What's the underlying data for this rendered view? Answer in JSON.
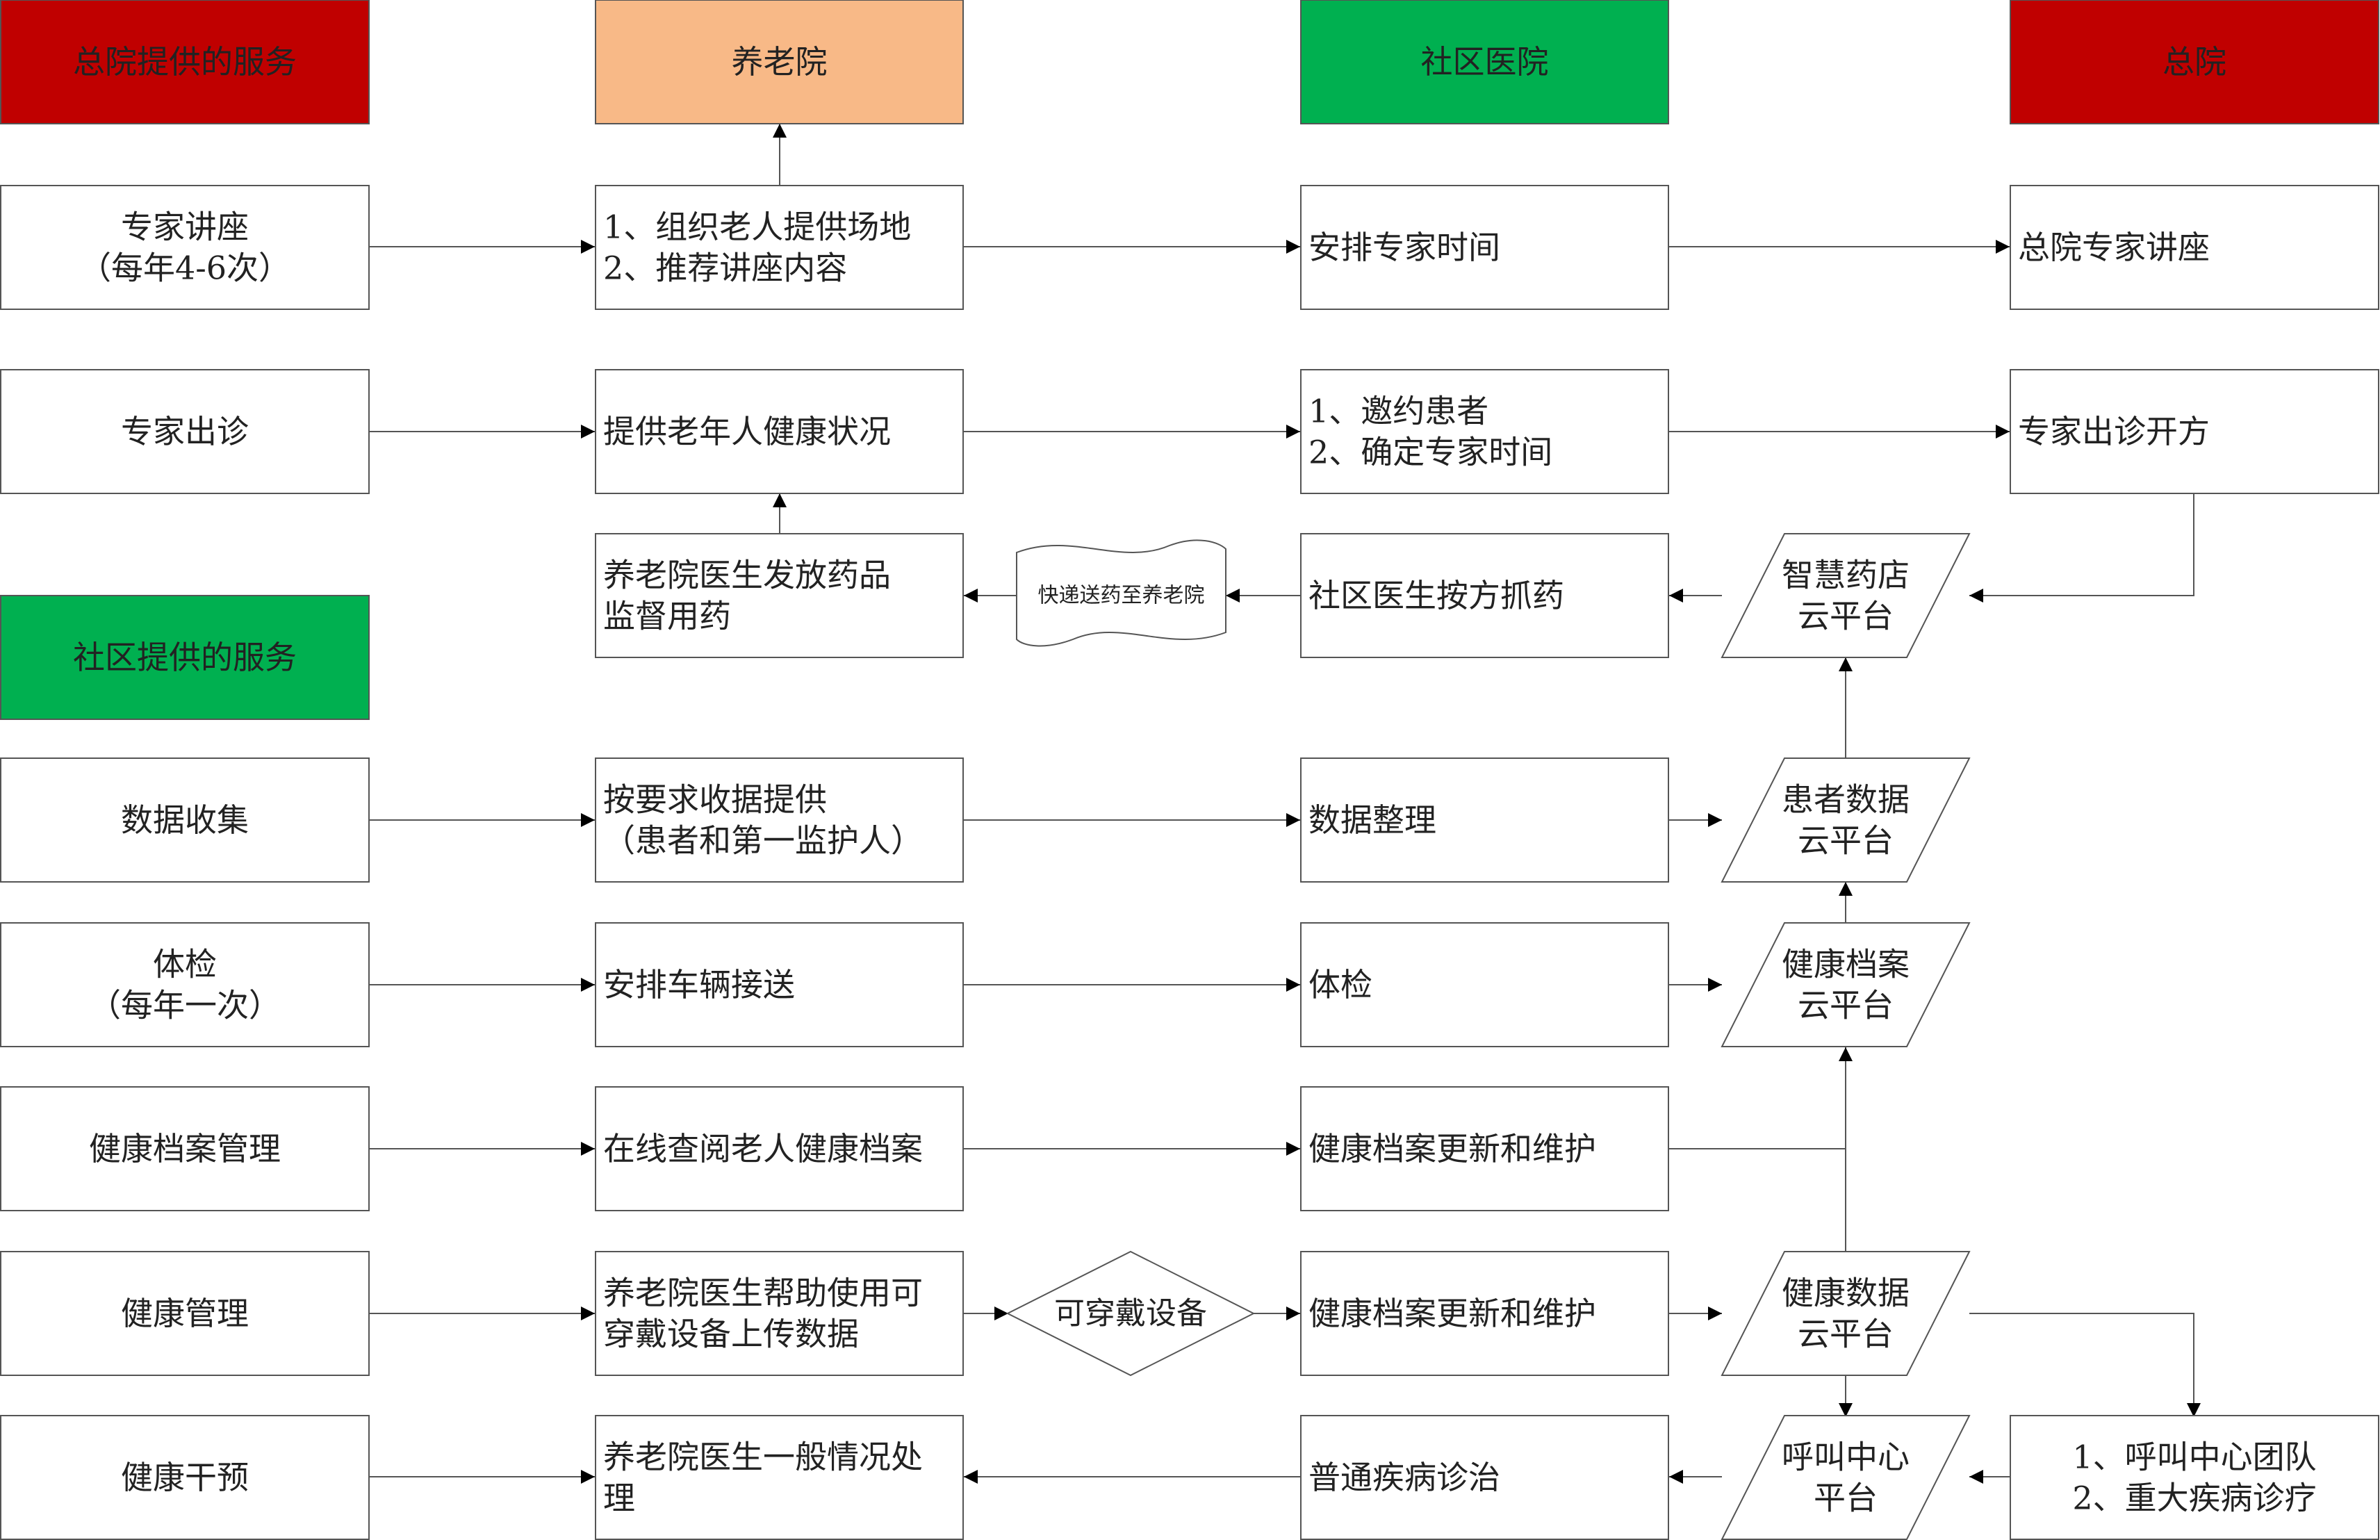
{
  "colors": {
    "header_red": "#C00000",
    "header_orange": "#F8B987",
    "header_green": "#00B050",
    "stroke": "#555555",
    "arrow": "#000000",
    "text": "#222222"
  },
  "headers": {
    "hq_services": "总院提供的服务",
    "nursing_home": "养老院",
    "community_hospital": "社区医院",
    "hq": "总院",
    "community_services": "社区提供的服务"
  },
  "left": {
    "lecture": [
      "专家讲座",
      "（每年4-6次）"
    ],
    "clinic": [
      "专家出诊"
    ],
    "data_collection": [
      "数据收集"
    ],
    "checkup": [
      "体检",
      "（每年一次）"
    ],
    "records_mgmt": [
      "健康档案管理"
    ],
    "health_mgmt": [
      "健康管理"
    ],
    "intervention": [
      "健康干预"
    ]
  },
  "nursing": {
    "lecture": [
      "1、组织老人提供场地",
      "2、推荐讲座内容"
    ],
    "health_status": [
      "提供老年人健康状况"
    ],
    "dispense": [
      "养老院医生发放药品",
      "监督用药"
    ],
    "data_provide": [
      "按要求收据提供",
      "（患者和第一监护人）"
    ],
    "transport": [
      "安排车辆接送"
    ],
    "view_records": [
      "在线查阅老人健康档案"
    ],
    "wearable_help": [
      "养老院医生帮助使用可",
      "穿戴设备上传数据"
    ],
    "general": [
      "养老院医生一般情况处",
      "理"
    ]
  },
  "community": {
    "schedule": [
      "安排专家时间"
    ],
    "invite": [
      "1、邀约患者",
      "2、确定专家时间"
    ],
    "prescription": [
      "社区医生按方抓药"
    ],
    "data_sort": [
      "数据整理"
    ],
    "checkup": [
      "体检"
    ],
    "records_update1": [
      "健康档案更新和维护"
    ],
    "records_update2": [
      "健康档案更新和维护"
    ],
    "common_disease": [
      "普通疾病诊治"
    ]
  },
  "hq": {
    "lecture": [
      "总院专家讲座"
    ],
    "clinic": [
      "专家出诊开方"
    ],
    "call_team": [
      "1、呼叫中心团队",
      "2、重大疾病诊疗"
    ]
  },
  "platforms": {
    "pharmacy": [
      "智慧药店",
      "云平台"
    ],
    "patient_data": [
      "患者数据",
      "云平台"
    ],
    "health_records": [
      "健康档案",
      "云平台"
    ],
    "health_data": [
      "健康数据",
      "云平台"
    ],
    "call_center": [
      "呼叫中心",
      "平台"
    ]
  },
  "special": {
    "delivery": "快递送药至养老院",
    "wearable": "可穿戴设备"
  }
}
